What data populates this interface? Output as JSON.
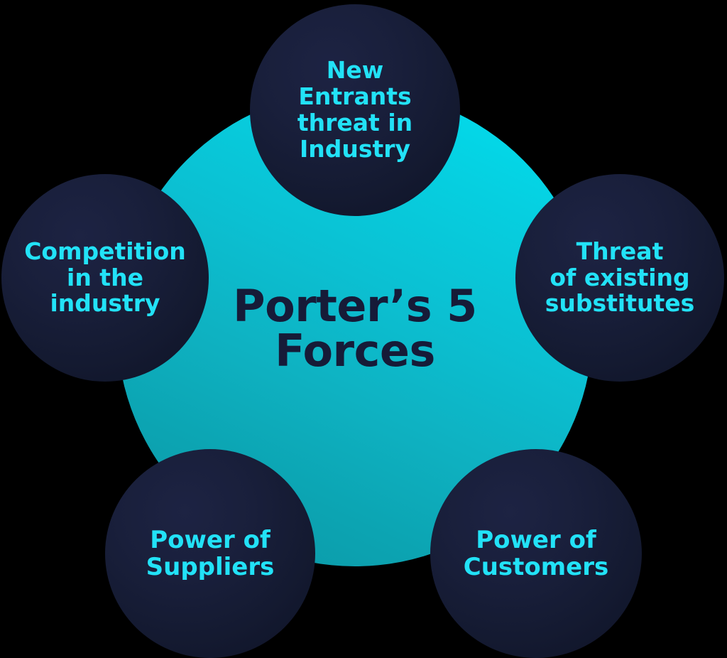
{
  "diagram": {
    "title": "Porter's 5 Forces",
    "type": "hub-and-spoke circle diagram",
    "background_color": "#000000",
    "hub": {
      "label": "Porter’s 5\nForces",
      "text_color": "#161b38",
      "gradient_from": "#00e2f2",
      "gradient_to": "#0a95a4"
    },
    "forces": [
      {
        "id": "new-entrants",
        "label": "New\nEntrants\nthreat in\nIndustry",
        "position": "top",
        "text_color": "#22e2f7",
        "fill_color": "#171d38"
      },
      {
        "id": "competition",
        "label": "Competition\nin the\nindustry",
        "position": "left",
        "text_color": "#22e2f7",
        "fill_color": "#171d38"
      },
      {
        "id": "substitutes",
        "label": "Threat\nof existing\nsubstitutes",
        "position": "right",
        "text_color": "#22e2f7",
        "fill_color": "#171d38"
      },
      {
        "id": "suppliers",
        "label": "Power of\nSuppliers",
        "position": "bottom-left",
        "text_color": "#22e2f7",
        "fill_color": "#171d38"
      },
      {
        "id": "customers",
        "label": "Power of\nCustomers",
        "position": "bottom-right",
        "text_color": "#22e2f7",
        "fill_color": "#171d38"
      }
    ]
  }
}
